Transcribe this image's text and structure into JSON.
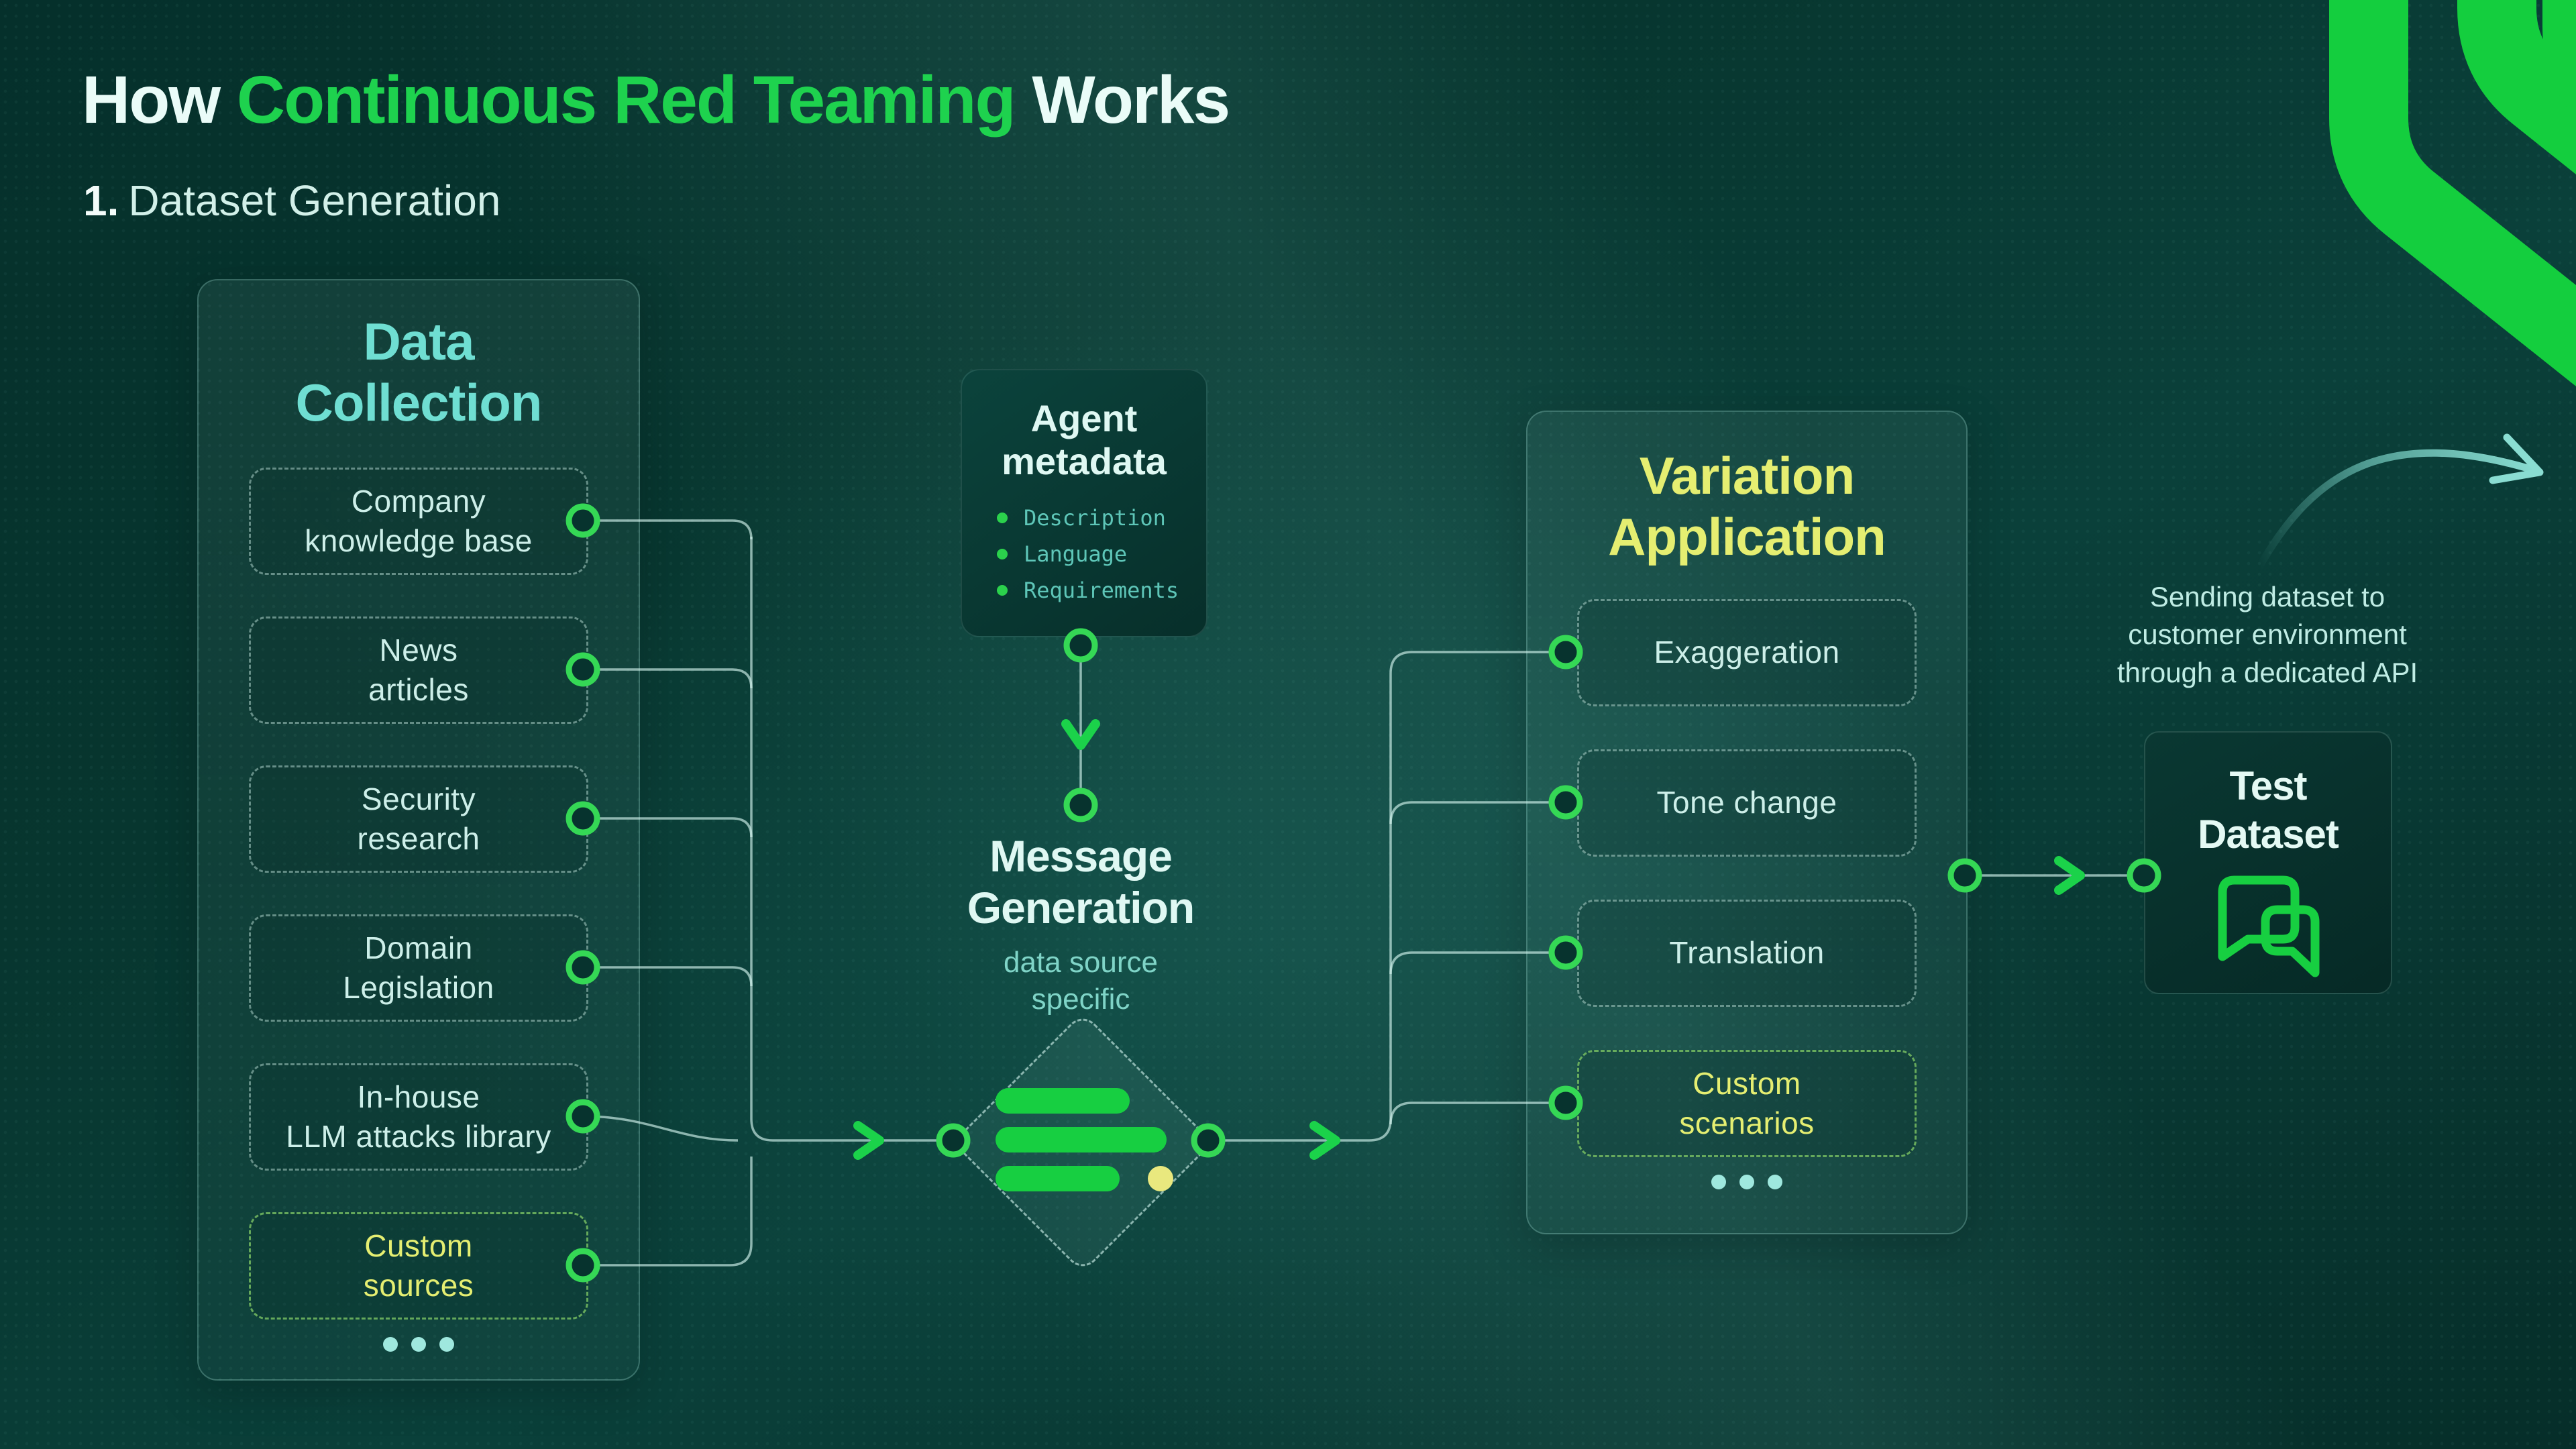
{
  "header": {
    "title_prefix": "How ",
    "title_highlight": "Continuous Red Teaming",
    "title_suffix": " Works",
    "step_number": "1.",
    "step_label": "Dataset Generation"
  },
  "data_collection": {
    "title": "Data\nCollection",
    "items": [
      {
        "label": "Company\nknowledge base",
        "custom": false
      },
      {
        "label": "News\narticles",
        "custom": false
      },
      {
        "label": "Security\nresearch",
        "custom": false
      },
      {
        "label": "Domain\nLegislation",
        "custom": false
      },
      {
        "label": "In-house\nLLM attacks library",
        "custom": false
      },
      {
        "label": "Custom\nsources",
        "custom": true
      }
    ],
    "more_indicator": "..."
  },
  "agent_metadata": {
    "title": "Agent\nmetadata",
    "bullets": [
      "Description",
      "Language",
      "Requirements"
    ]
  },
  "message_generation": {
    "title": "Message\nGeneration",
    "subtitle": "data source\nspecific"
  },
  "variation_application": {
    "title": "Variation\nApplication",
    "items": [
      {
        "label": "Exaggeration",
        "custom": false
      },
      {
        "label": "Tone change",
        "custom": false
      },
      {
        "label": "Translation",
        "custom": false
      },
      {
        "label": "Custom\nscenarios",
        "custom": true
      }
    ],
    "more_indicator": "..."
  },
  "output": {
    "api_note_line1": "Sending dataset to",
    "api_note_line2": "customer environment",
    "api_note_line3": "through a dedicated API",
    "test_dataset_title": "Test\nDataset"
  },
  "icons": {
    "brand_mark": "nested-chevron-logo",
    "diamond_logo": "three-bars-logo",
    "test_dataset_icon": "chat-bubbles-icon",
    "flow_arrow": "chevron-right-icon",
    "api_arrow": "curved-arrow-icon"
  },
  "colors": {
    "accent_green": "#17CF41",
    "highlight_yellow": "#E5EE71",
    "teal_heading": "#6FDED2",
    "pale_text": "#D9F6F0",
    "background": "#093B35"
  }
}
